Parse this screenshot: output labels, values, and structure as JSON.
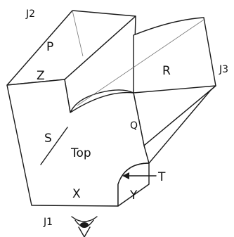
{
  "labels": {
    "j2": "J2",
    "j3": "J3",
    "j1": "J1",
    "p": "P",
    "z": "Z",
    "r": "R",
    "q": "Q",
    "s": "S",
    "top": "Top",
    "x": "X",
    "y": "Y",
    "t": "T"
  },
  "colors": {
    "stroke": "#1a1a1a",
    "background": "#ffffff"
  },
  "icons": {
    "viewer": "eye-icon"
  }
}
